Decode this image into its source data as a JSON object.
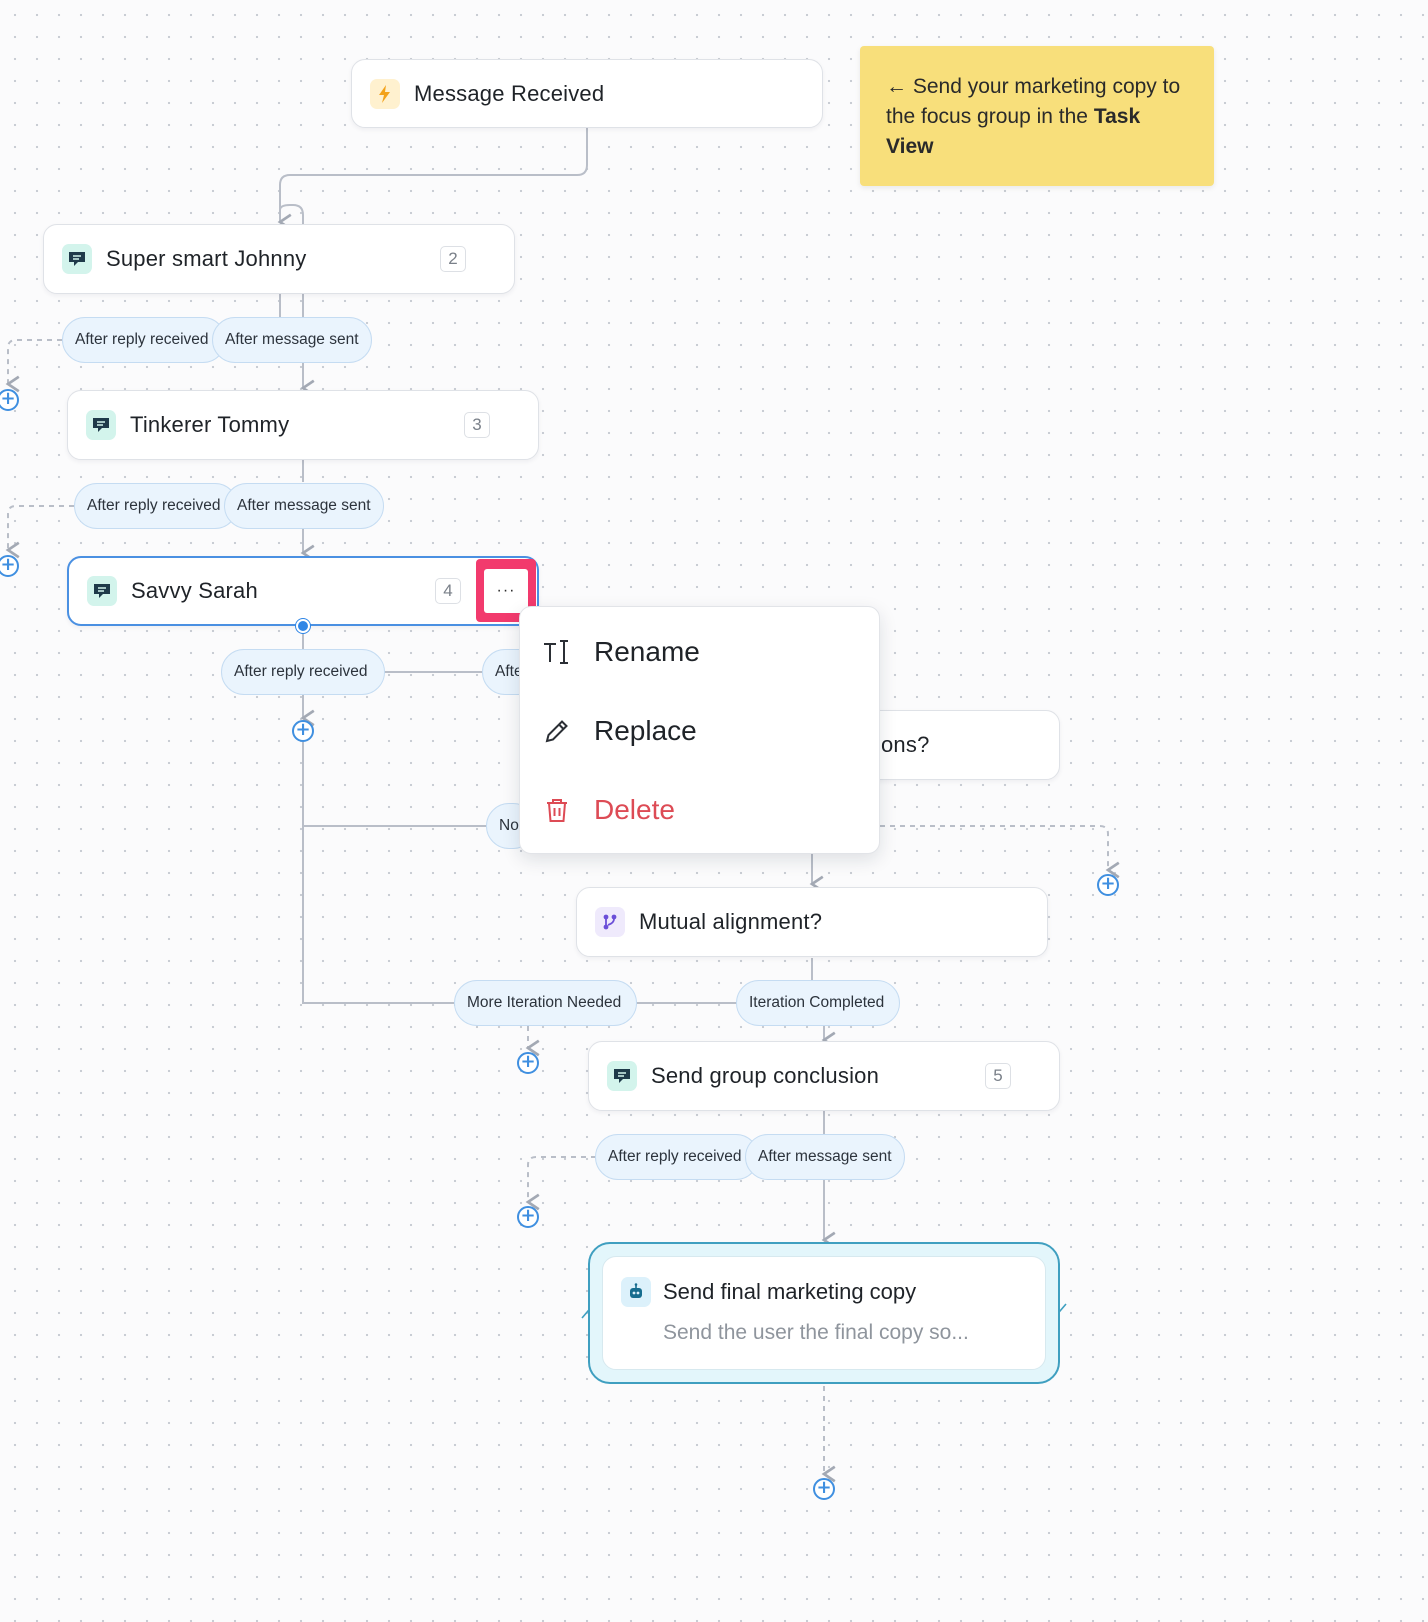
{
  "colors": {
    "accent": "#3f8fe0",
    "note": "#f8df7b",
    "highlight": "#f23a6d",
    "danger": "#dd4b55",
    "pill": "#eaf4fd"
  },
  "trigger": {
    "title": "Message Received",
    "icon": "lightning-bolt-icon"
  },
  "sticky_note": {
    "arrow": "←",
    "text_before": "Send your marketing copy to the focus group in the",
    "text_bold": "Task View"
  },
  "nodes": [
    {
      "title": "Super smart Johnny",
      "step": "2",
      "icon": "chat-message-icon"
    },
    {
      "title": "Tinkerer Tommy",
      "step": "3",
      "icon": "chat-message-icon"
    },
    {
      "title": "Savvy Sarah",
      "step": "4",
      "icon": "chat-message-icon"
    },
    {
      "title": "ons?",
      "icon": "branch-icon"
    },
    {
      "title": "Mutual alignment?",
      "icon": "branch-icon"
    },
    {
      "title": "Send group conclusion",
      "step": "5",
      "icon": "chat-message-icon"
    }
  ],
  "final_node": {
    "title": "Send final marketing copy",
    "subtitle": "Send the user the final copy so...",
    "icon": "robot-icon"
  },
  "pills": {
    "johnny_reply": "After reply received",
    "johnny_sent": "After message sent",
    "tommy_reply": "After reply received",
    "tommy_sent": "After message sent",
    "sarah_reply": "After reply received",
    "sarah_sent_partial": "Afte",
    "no_partial": "No",
    "more_iteration": "More Iteration Needed",
    "iteration_completed": "Iteration Completed",
    "conclusion_reply": "After reply received",
    "conclusion_sent": "After message sent"
  },
  "more_button": {
    "label": "···"
  },
  "context_menu": {
    "items": [
      {
        "label": "Rename",
        "icon": "text-cursor-icon",
        "danger": false
      },
      {
        "label": "Replace",
        "icon": "pencil-icon",
        "danger": false
      },
      {
        "label": "Delete",
        "icon": "trash-icon",
        "danger": true
      }
    ]
  },
  "add_step_symbol": "+"
}
